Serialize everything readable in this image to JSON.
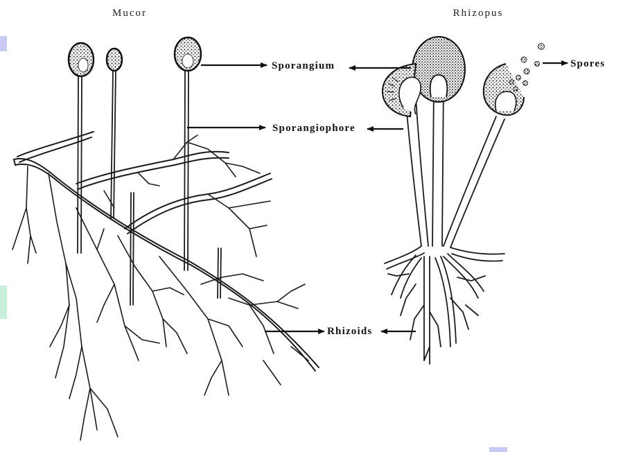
{
  "titles": {
    "left": "Mucor",
    "right": "Rhizopus"
  },
  "labels": {
    "sporangium": "Sporangium",
    "sporangiophore": "Sporangiophore",
    "spores": "Spores",
    "rhizoids": "Rhizoids"
  },
  "colors": {
    "ink": "#1a1a1a",
    "watermark": "#c9c9f5",
    "watermark_green": "#c8f0d8"
  }
}
